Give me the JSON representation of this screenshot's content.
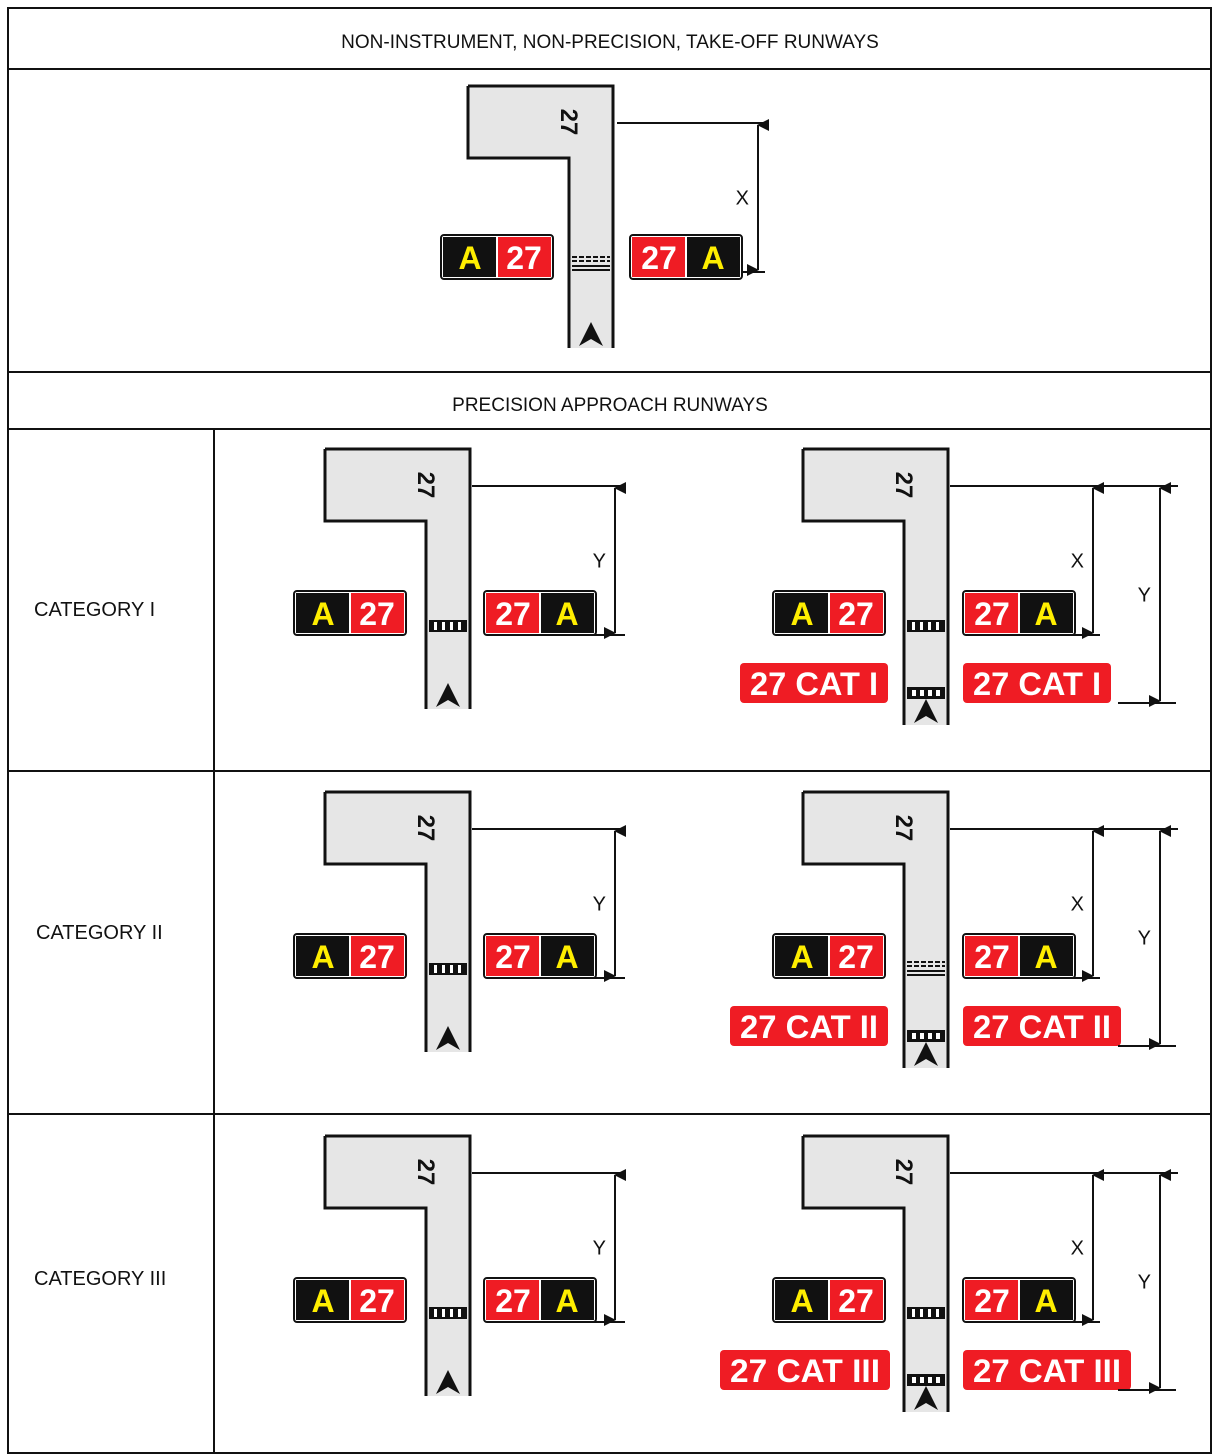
{
  "headers": {
    "top": "NON-INSTRUMENT, NON-PRECISION, TAKE-OFF RUNWAYS",
    "middle": "PRECISION APPROACH RUNWAYS"
  },
  "categories": [
    "CATEGORY I",
    "CATEGORY II",
    "CATEGORY III"
  ],
  "runway_designator": "27",
  "taxiway_designator": "A",
  "dimension_labels": {
    "x": "X",
    "y": "Y"
  },
  "category_signs": [
    "27 CAT I",
    "27 CAT II",
    "27 CAT III"
  ],
  "colors": {
    "sign_red": "#ef1c24",
    "sign_black": "#111111",
    "sign_yellow": "#ffee00",
    "runway_gray": "#e6e6e6"
  }
}
